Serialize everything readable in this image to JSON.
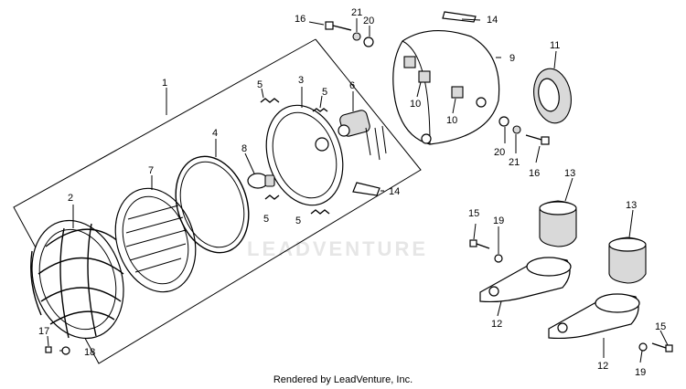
{
  "watermark": "LEADVENTURE",
  "caption": "Rendered by LeadVenture, Inc.",
  "callouts": {
    "c1": "1",
    "c2": "2",
    "c3": "3",
    "c4": "4",
    "c5a": "5",
    "c5b": "5",
    "c5c": "5",
    "c5d": "5",
    "c6": "6",
    "c7": "7",
    "c8": "8",
    "c9": "9",
    "c10a": "10",
    "c10b": "10",
    "c11": "11",
    "c12a": "12",
    "c12b": "12",
    "c13a": "13",
    "c13b": "13",
    "c14a": "14",
    "c14b": "14",
    "c15a": "15",
    "c15b": "15",
    "c16a": "16",
    "c16b": "16",
    "c17": "17",
    "c18": "18",
    "c19a": "19",
    "c19b": "19",
    "c20a": "20",
    "c20b": "20",
    "c21a": "21",
    "c21b": "21"
  }
}
